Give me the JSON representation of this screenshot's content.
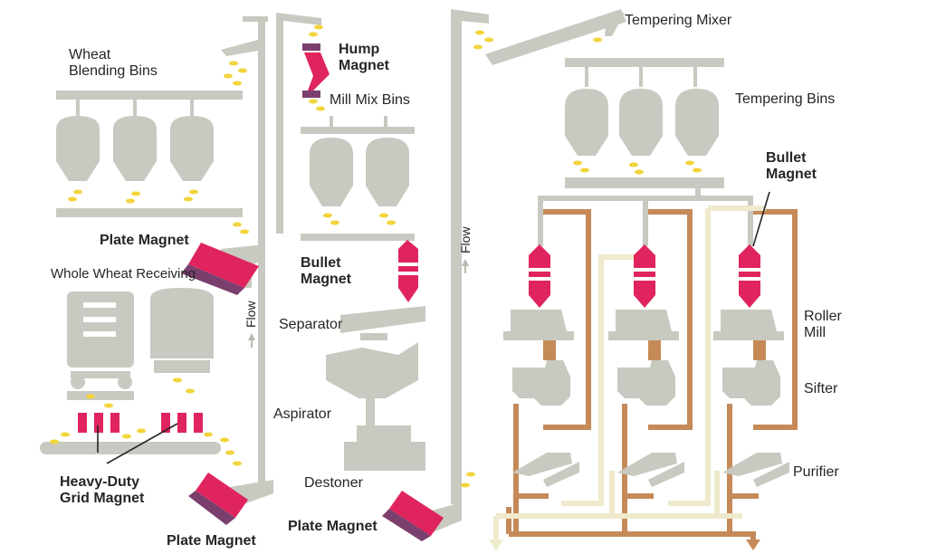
{
  "labels": {
    "wheat_blending_bins": "Wheat\nBlending Bins",
    "hump_magnet": "Hump\nMagnet",
    "mill_mix_bins": "Mill Mix Bins",
    "tempering_mixer": "Tempering Mixer",
    "tempering_bins": "Tempering Bins",
    "bullet_magnet_right": "Bullet\nMagnet",
    "plate_magnet_top": "Plate Magnet",
    "whole_wheat_receiving": "Whole Wheat Receiving",
    "bullet_magnet_mid": "Bullet\nMagnet",
    "separator": "Separator",
    "aspirator": "Aspirator",
    "destoner": "Destoner",
    "heavy_duty_grid_magnet": "Heavy-Duty\nGrid Magnet",
    "plate_magnet_bottom_left": "Plate Magnet",
    "plate_magnet_bottom_mid": "Plate Magnet",
    "roller_mill": "Roller\nMill",
    "sifter": "Sifter",
    "purifier": "Purifier",
    "flow_left": "Flow",
    "flow_right": "Flow"
  },
  "colors": {
    "equipment_gray": "#c8c9c0",
    "magnet_pink": "#e0245e",
    "magnet_purple": "#7b3f6e",
    "grain_yellow": "#f2d43b",
    "pipe_brown": "#c58a58",
    "pipe_cream": "#efeacb",
    "text": "#262626"
  }
}
